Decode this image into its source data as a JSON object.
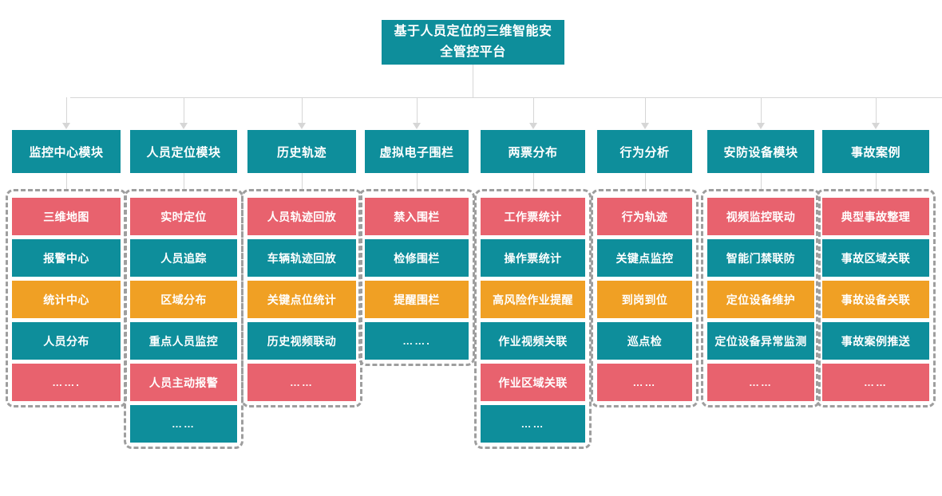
{
  "title": "基于人员定位的三维智能安全管控平台",
  "colors": {
    "teal": "#0E8E9B",
    "red": "#E8626E",
    "orange": "#F0A024",
    "connector": "#d6d6d6",
    "group_border": "#9e9e9e",
    "background": "#ffffff",
    "text": "#ffffff"
  },
  "columns": [
    {
      "header": "监控中心模块",
      "items": [
        {
          "label": "三维地图",
          "color": "red"
        },
        {
          "label": "报警中心",
          "color": "teal"
        },
        {
          "label": "统计中心",
          "color": "orange"
        },
        {
          "label": "人员分布",
          "color": "teal"
        },
        {
          "label": "…….",
          "color": "red"
        }
      ]
    },
    {
      "header": "人员定位模块",
      "items": [
        {
          "label": "实时定位",
          "color": "red"
        },
        {
          "label": "人员追踪",
          "color": "teal"
        },
        {
          "label": "区域分布",
          "color": "orange"
        },
        {
          "label": "重点人员监控",
          "color": "teal"
        },
        {
          "label": "人员主动报警",
          "color": "red"
        },
        {
          "label": "……",
          "color": "teal"
        }
      ]
    },
    {
      "header": "历史轨迹",
      "items": [
        {
          "label": "人员轨迹回放",
          "color": "red"
        },
        {
          "label": "车辆轨迹回放",
          "color": "teal"
        },
        {
          "label": "关键点位统计",
          "color": "orange"
        },
        {
          "label": "历史视频联动",
          "color": "teal"
        },
        {
          "label": "……",
          "color": "red"
        }
      ]
    },
    {
      "header": "虚拟电子围栏",
      "items": [
        {
          "label": "禁入围栏",
          "color": "red"
        },
        {
          "label": "检修围栏",
          "color": "teal"
        },
        {
          "label": "提醒围栏",
          "color": "orange"
        },
        {
          "label": "…….",
          "color": "teal"
        }
      ]
    },
    {
      "header": "两票分布",
      "items": [
        {
          "label": "工作票统计",
          "color": "red"
        },
        {
          "label": "操作票统计",
          "color": "teal"
        },
        {
          "label": "高风险作业提醒",
          "color": "orange"
        },
        {
          "label": "作业视频关联",
          "color": "teal"
        },
        {
          "label": "作业区域关联",
          "color": "red"
        },
        {
          "label": "……",
          "color": "teal"
        }
      ]
    },
    {
      "header": "行为分析",
      "items": [
        {
          "label": "行为轨迹",
          "color": "red"
        },
        {
          "label": "关键点监控",
          "color": "teal"
        },
        {
          "label": "到岗到位",
          "color": "orange"
        },
        {
          "label": "巡点检",
          "color": "teal"
        },
        {
          "label": "……",
          "color": "red"
        }
      ]
    },
    {
      "header": "安防设备模块",
      "items": [
        {
          "label": "视频监控联动",
          "color": "red"
        },
        {
          "label": "智能门禁联防",
          "color": "teal"
        },
        {
          "label": "定位设备维护",
          "color": "orange"
        },
        {
          "label": "定位设备异常监测",
          "color": "teal"
        },
        {
          "label": "……",
          "color": "red"
        }
      ]
    },
    {
      "header": "事故案例",
      "items": [
        {
          "label": "典型事故整理",
          "color": "red"
        },
        {
          "label": "事故区域关联",
          "color": "teal"
        },
        {
          "label": "事故设备关联",
          "color": "orange"
        },
        {
          "label": "事故案例推送",
          "color": "teal"
        },
        {
          "label": "……",
          "color": "red"
        }
      ]
    }
  ]
}
